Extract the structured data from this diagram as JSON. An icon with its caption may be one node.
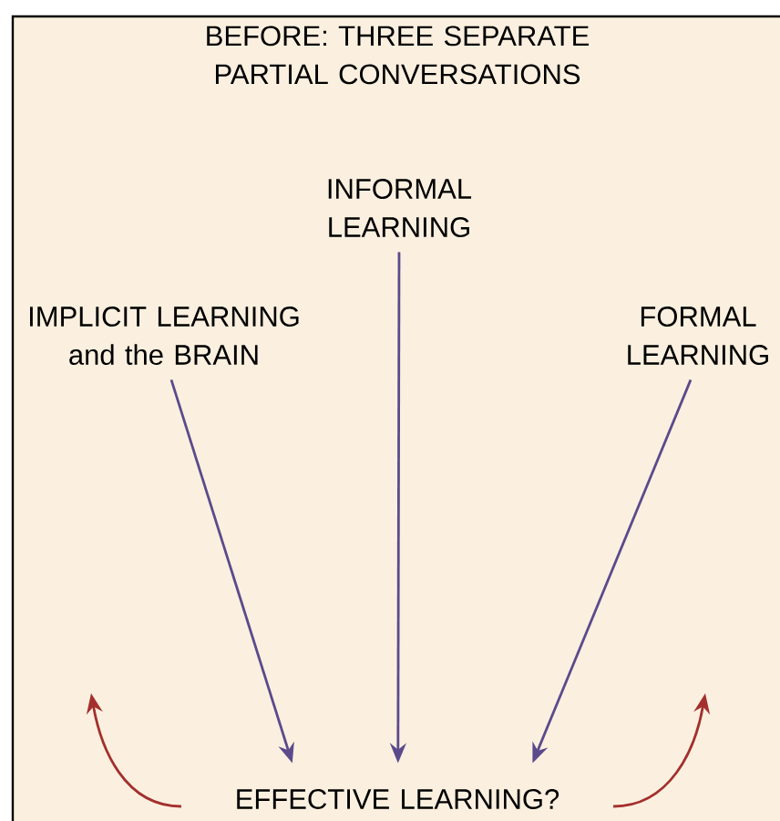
{
  "diagram": {
    "title": "BEFORE: THREE SEPARATE PARTIAL CONVERSATIONS",
    "nodes": [
      {
        "text": [
          "INFORMAL LEARNING"
        ]
      },
      {
        "text": [
          "IMPLICIT LEARNING and the BRAIN"
        ]
      },
      {
        "text": [
          "FORMAL LEARNING"
        ]
      },
      {
        "text": [
          "EFFECTIVE LEARNING?"
        ]
      }
    ],
    "edges": [
      {
        "from": 1,
        "to": 3,
        "arrow": "to"
      },
      {
        "from": 0,
        "to": 3,
        "arrow": "to"
      },
      {
        "from": 2,
        "to": 3,
        "arrow": "to"
      },
      {
        "from": 3,
        "to": null,
        "arrow": "to",
        "color": "#a3302e"
      },
      {
        "from": 3,
        "to": null,
        "arrow": "to",
        "color": "#a3302e"
      }
    ]
  }
}
